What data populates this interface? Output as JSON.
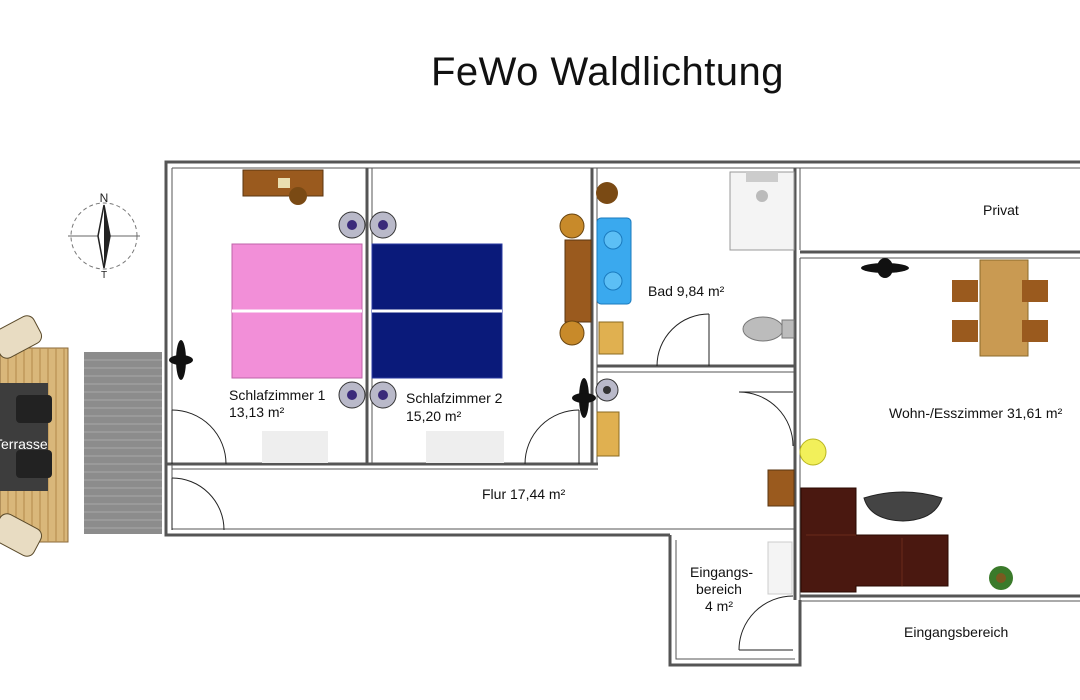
{
  "title": "FeWo Waldlichtung",
  "compass_letters": {
    "north": "N",
    "south": "T"
  },
  "rooms": {
    "schlafzimmer1": {
      "name": "Schlafzimmer 1",
      "area": "13,13 m²"
    },
    "schlafzimmer2": {
      "name": "Schlafzimmer 2",
      "area": "15,20 m²"
    },
    "bad": {
      "label": "Bad 9,84 m²"
    },
    "privat": {
      "label": "Privat"
    },
    "wohn": {
      "label": "Wohn-/Esszimmer 31,61 m²"
    },
    "flur": {
      "label": "Flur 17,44 m²"
    },
    "eingang_klein": {
      "line1": "Eingangs-",
      "line2": "bereich",
      "line3": "4 m²"
    },
    "eingang_aussen": {
      "label": "Eingangsbereich"
    },
    "terrasse": {
      "label": "Terrasse"
    }
  },
  "colors": {
    "bed_pink": "#f28fd8",
    "bed_blue": "#0a1a7a",
    "wood": "#9a5a1e",
    "couch": "#4a1810",
    "sink_blue": "#3aa9ee",
    "wall": "#555555"
  }
}
